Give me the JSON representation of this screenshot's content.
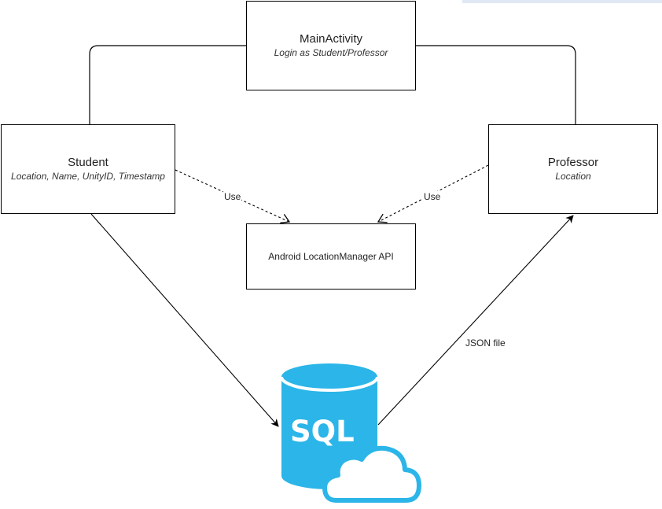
{
  "nodes": {
    "main": {
      "title": "MainActivity",
      "subtitle": "Login as Student/Professor"
    },
    "student": {
      "title": "Student",
      "subtitle": "Location, Name, UnityID, Timestamp"
    },
    "professor": {
      "title": "Professor",
      "subtitle": "Location"
    },
    "api": {
      "label": "Android LocationManager API"
    }
  },
  "edges": {
    "student_to_api": {
      "label": "Use"
    },
    "professor_to_api": {
      "label": "Use"
    },
    "db_to_professor": {
      "label": "JSON file"
    }
  },
  "database": {
    "icon": "sql-cloud-database-icon",
    "text": "SQL",
    "color": "#2bb5e8"
  }
}
